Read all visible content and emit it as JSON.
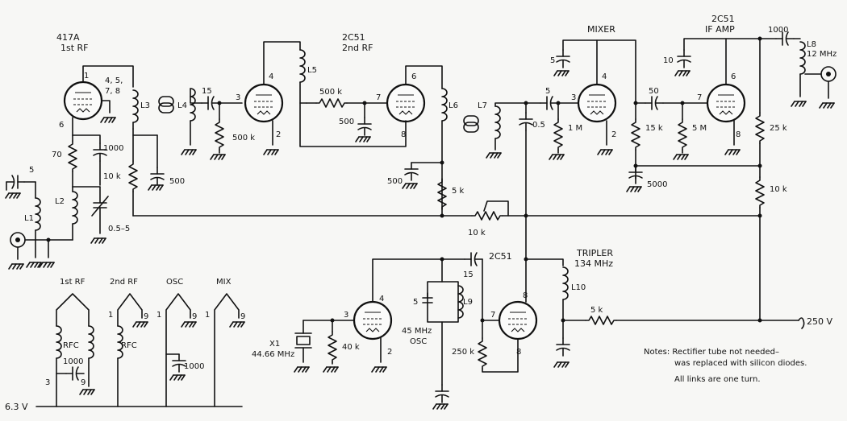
{
  "tubes": {
    "rf1_type": "417A",
    "rf1_name": "1st RF",
    "rf2_type": "2C51",
    "rf2_name": "2nd RF",
    "mixer_name": "MIXER",
    "if_type": "2C51",
    "if_name": "IF AMP",
    "osc_type": "2C51",
    "tripler_name": "TRIPLER",
    "tripler_freq": "134 MHz"
  },
  "labels": {
    "rf1_pins_a": "4, 5,",
    "rf1_pins_b": "7, 8",
    "pin1": "1",
    "pin6": "6",
    "pin4": "4",
    "pin2": "2",
    "pin3": "3",
    "pin7": "7",
    "pin8": "8",
    "c5": "5",
    "r70": "70",
    "c1000": "1000",
    "r10k": "10 k",
    "l1": "L1",
    "l2": "L2",
    "c05_5": "0.5–5",
    "l3": "L3",
    "l4": "L4",
    "c15": "15",
    "r500k": "500 k",
    "c500": "500",
    "l5": "L5",
    "l6": "L6",
    "l7": "L7",
    "c05": "0.5",
    "r1m": "1 M",
    "r5k": "5 k",
    "c50": "50",
    "r15k": "15 k",
    "r5m": "5 M",
    "c5000": "5000",
    "c10": "10",
    "r25k": "25 k",
    "l8": "L8",
    "l8_freq": "12 MHz",
    "x1": "X1",
    "x1_freq": "44.66 MHz",
    "r40k": "40 k",
    "l9": "L9",
    "osc_freq": "45 MHz",
    "osc_label": "OSC",
    "r250k": "250 k",
    "l10": "L10",
    "b250v": "250 V",
    "fil_6v3": "6.3 V",
    "h_1strf": "1st RF",
    "h_2ndrf": "2nd RF",
    "h_osc": "OSC",
    "h_mix": "MIX",
    "rfc": "RFC",
    "c1000b": "1000",
    "h_pin9": "9"
  },
  "notes": {
    "line1": "Notes: Rectifier tube not needed–",
    "line2": "was replaced with silicon diodes.",
    "line3": "All links are one turn."
  }
}
